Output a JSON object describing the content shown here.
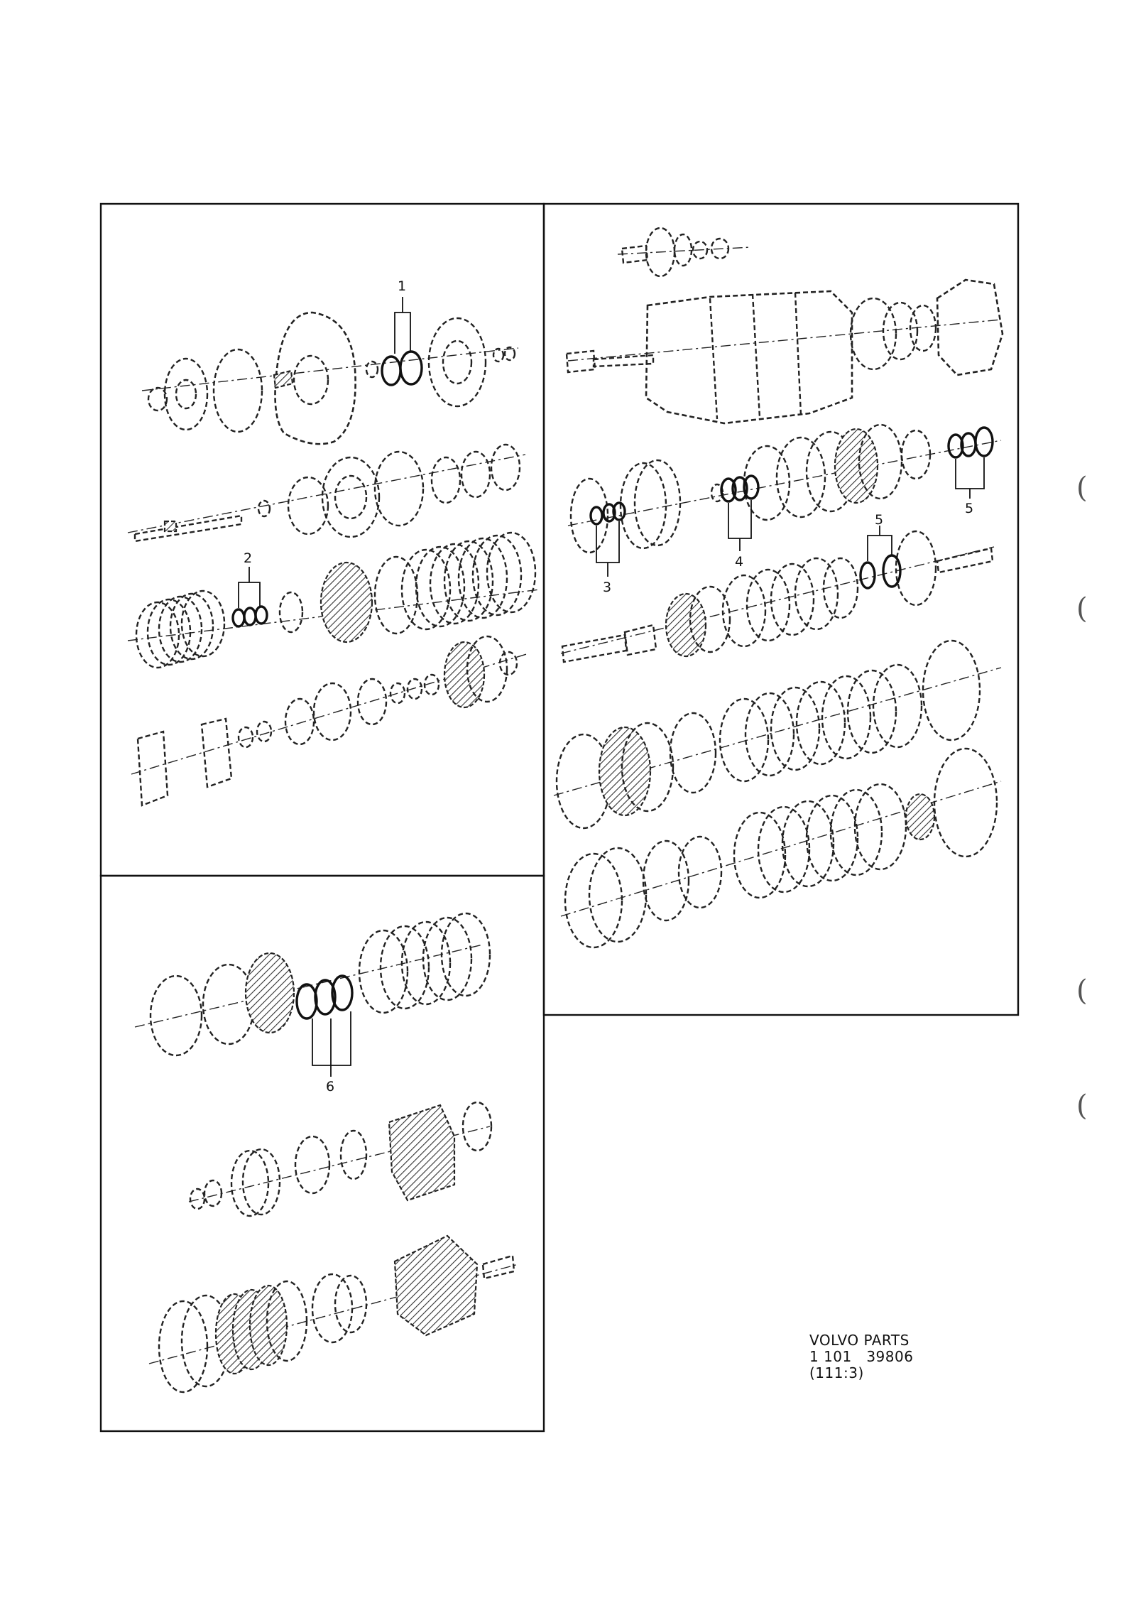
{
  "callouts": [
    "1",
    "2",
    "3",
    "4",
    "5",
    "5",
    "6"
  ],
  "footer": {
    "brand": "VOLVO PARTS",
    "number": "1 101   39806",
    "reference": "(111:3)"
  },
  "margin_marks": [
    "(",
    "(",
    "(",
    "("
  ]
}
